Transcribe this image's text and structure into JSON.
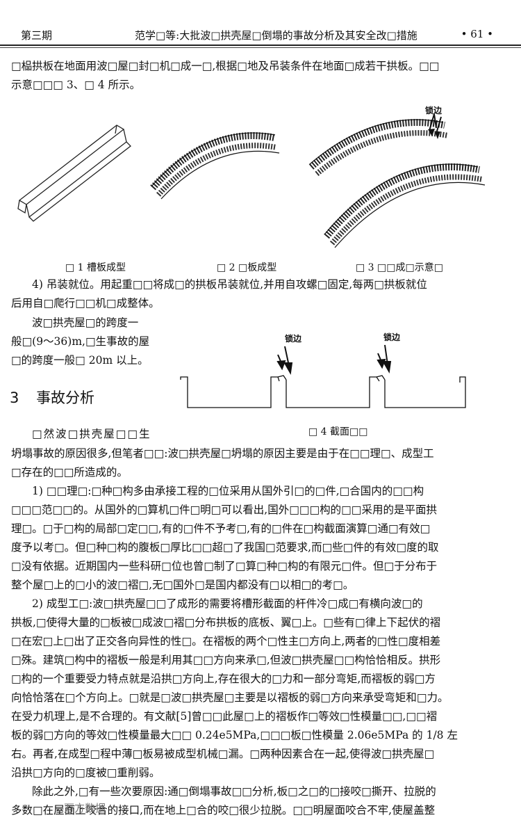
{
  "header": {
    "issue": "第三期",
    "title": "范学□等:大批波□拱壳屋□倒塌的事故分析及其安全改□措施",
    "page": "• 61 •"
  },
  "intro_lines": [
    "□榀拱板在地面用波□屋□封□机□成一□,根据□地及吊装条件在地面□成若干拱板。□□",
    "示意□□□ 3、□ 4 所示。"
  ],
  "figures": {
    "fig1_caption": "□ 1  槽板成型",
    "fig2_caption": "□ 2  □板成型",
    "fig3_caption": "□ 3  □□成□示意□",
    "fig4_caption": "□ 4  截面□□",
    "annotation_label": "锁边"
  },
  "step4_lines": [
    "4)  吊装就位。用起重□□将成□的拱板吊装就位,并用自攻螺□固定,每两□拱板就位",
    "后用自□爬行□□机□成整体。"
  ],
  "span_lines": [
    "波□拱壳屋□的跨度一",
    "般□(9～36)m,□生事故的屋",
    "□的跨度一般□ 20m 以上。"
  ],
  "section": {
    "number": "3",
    "title": "事故分析"
  },
  "analysis_first_line": "□然波□拱壳屋□□生",
  "body_lines": [
    "坍塌事故的原因很多,但笔者□□:波□拱壳屋□坍塌的原因主要是由于在□□理□、成型工",
    "□存在的□□所造成的。",
    "1)  □□理□:□种□构多由承接工程的□位采用从国外引□的□件,□合国内的□□构",
    "□□□范□□的。从国外的□算机□件□明□可以看出,国外□□□构的□□采用的是平面拱",
    "理□。□于□构的局部□定□□,有的□件不予考□,有的□件在□构截面演算□通□有效□",
    "度予以考□。但□种□构的腹板□厚比□□超□了我国□范要求,而□些□件的有效□度的取",
    "□没有依据。近期国内一些科研□位也曾□制了□算□种□构的有限元□件。但□于分布于",
    "整个屋□上的□小的波□褶□,无□国外□是国内都没有□以相□的考□。",
    "2)  成型工□:波□拱壳屋□□了成形的需要将槽形截面的杆件冷□成□有横向波□的",
    "拱板,□使得大量的□板被□成波□褶□分布拱板的底板、翼□上。□些有□律上下起伏的褶",
    "□在宏□上□出了正交各向异性的性□。在褶板的两个□性主□方向上,两者的□性□度相差",
    "□殊。建筑□构中的褶板一般是利用其□□方向来承□,但波□拱壳屋□□构恰恰相反。拱形",
    "□构的一个重要受力特点就是沿拱□方向上,存在很大的□力和一部分弯矩,而褶板的弱□方",
    "向恰恰落在□个方向上。□就是□波□拱壳屋□主要是以褶板的弱□方向来承受弯矩和□力。",
    "在受力机理上,是不合理的。有文献[5]曾□□此屋□上的褶板作□等效□性模量□□,□□褶",
    "板的弱□方向的等效□性模量最大□□ 0.24e5MPa,□□□板□性模量 2.06e5MPa 的 1/8 左",
    "右。再者,在成型□程中薄□板易被成型机械□漏。□两种因素合在一起,使得波□拱壳屋□",
    "沿拱□方向的□度被□重削弱。",
    "除此之外,□有一些次要原因:通□倒塌事故□□分析,板□之□的□接咬□撕开、拉脱的",
    "多数□在屋面上咬合的接口,而在地上□合的咬□很少拉脱。□□明屋面咬合不牢,使屋盖整"
  ],
  "watermark": "万方数据"
}
